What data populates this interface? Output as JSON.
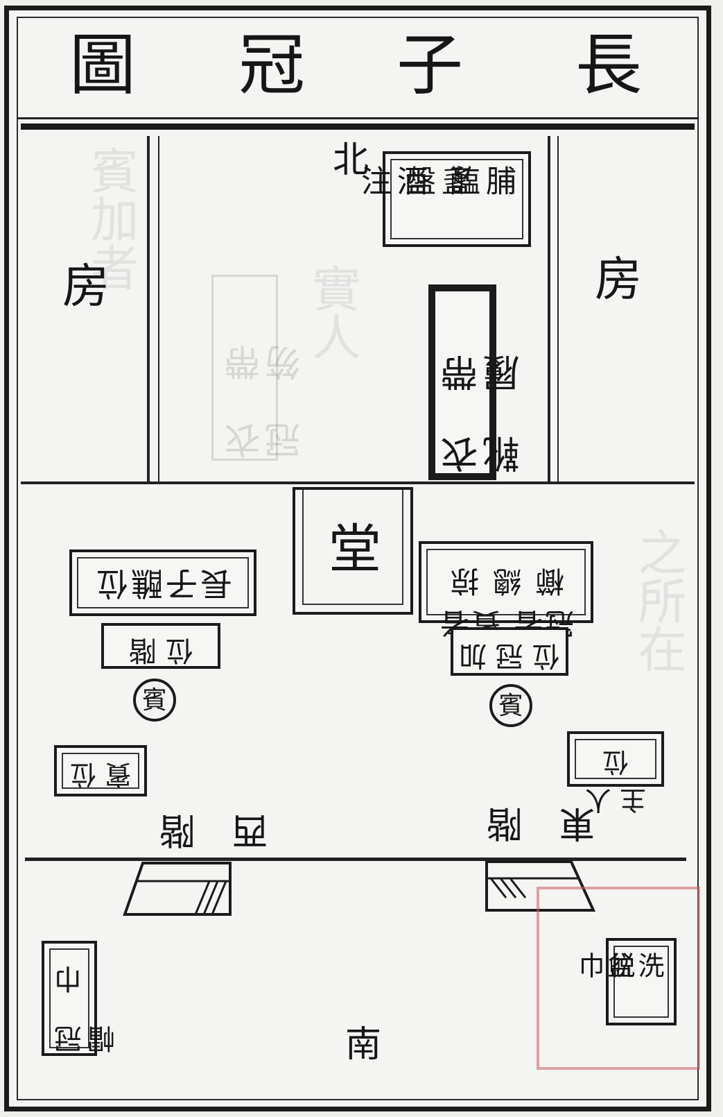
{
  "title": [
    "長",
    "子",
    "冠",
    "圖"
  ],
  "directions": {
    "north": "北",
    "south": "南"
  },
  "rooms": {
    "west_room": "房",
    "east_room": "房",
    "hall": "堂"
  },
  "stairs": {
    "west_stairs": "西 階",
    "east_stairs": "東 階"
  },
  "boxes": {
    "vessels": [
      "脯 醢",
      "盞 盤",
      "酒 注"
    ],
    "garments": "衣 帶 靴 履",
    "clothes_table": "衣 帶 冠 笏",
    "son_seat": "長子醮位",
    "ceremony_items": "冠者 賓者 櫛 總 掠",
    "seat_left": "位 階",
    "seat_right": "位 冠 加",
    "guest_circle_left": "賓",
    "guest_circle_right": "賓",
    "guest_seat": "賓 位",
    "host_seat": "主 人 位",
    "cap_box": "冠 巾 帽",
    "basin": [
      "洗 盆",
      "帨 巾"
    ]
  },
  "colors": {
    "ink": "#1b1b1b",
    "paper": "#f4f4f2",
    "seal": "#c45c5c"
  }
}
